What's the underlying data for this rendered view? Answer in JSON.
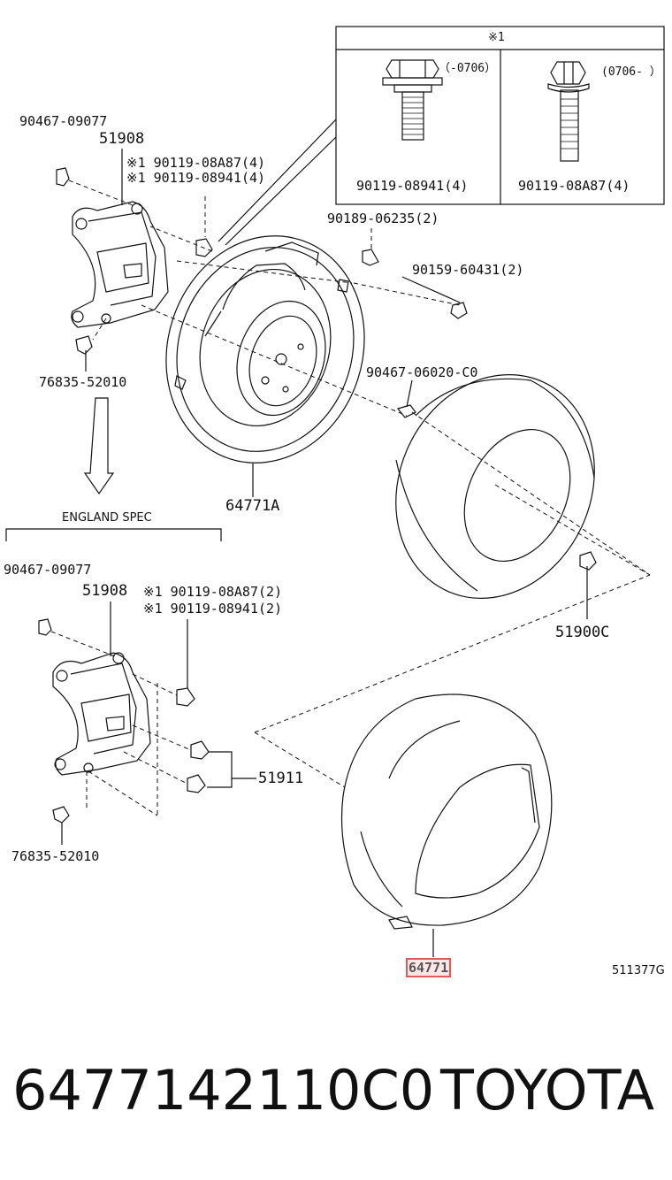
{
  "inset": {
    "header": "※1",
    "left": {
      "range": "（-0706）",
      "part": "90119-08941(4)"
    },
    "right": {
      "range": "(0706- ）",
      "part": "90119-08A87(4)"
    }
  },
  "labels": {
    "p90467_09077_top": "90467-09077",
    "p51908_top": "51908",
    "p90119_08A87_4": "※1 90119-08A87(4)",
    "p90119_08941_4": "※1 90119-08941(4)",
    "p90189_06235": "90189-06235(2)",
    "p90159_60431": "90159-60431(2)",
    "p76835_top": "76835-52010",
    "p90467_06020": "90467-06020-C0",
    "p64771A": "64771A",
    "england_spec": "ENGLAND SPEC",
    "p90467_09077_bottom": "90467-09077",
    "p51908_bottom": "51908",
    "p90119_08A87_2": "※1 90119-08A87(2)",
    "p90119_08941_2": "※1 90119-08941(2)",
    "p51900C": "51900C",
    "p51911": "51911",
    "p76835_bottom": "76835-52010",
    "p64771": "64771",
    "ref": "511377G"
  },
  "footer": {
    "part_number": "6477142110C0",
    "brand": "TOYOTA"
  }
}
